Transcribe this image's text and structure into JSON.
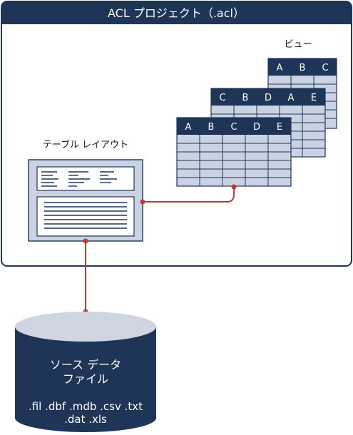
{
  "project": {
    "title": "ACL プロジェクト（.acl）"
  },
  "views": {
    "label": "ビュー",
    "back_headers": [
      "A",
      "B",
      "C"
    ],
    "middle_headers": [
      "C",
      "B",
      "D",
      "A",
      "E"
    ],
    "front_headers": [
      "A",
      "B",
      "C",
      "D",
      "E"
    ]
  },
  "table_layout": {
    "label": "テーブル レイアウト"
  },
  "source_file": {
    "title_line1": "ソース データ",
    "title_line2": "ファイル",
    "extensions_line1": ".fil .dbf .mdb .csv .txt",
    "extensions_line2": ".dat .xls"
  },
  "colors": {
    "navy": "#1f3558",
    "light_blue": "#c9d3e4",
    "cylinder_top": "#cfd6e2",
    "connector_red": "#c4392f",
    "white": "#ffffff"
  }
}
